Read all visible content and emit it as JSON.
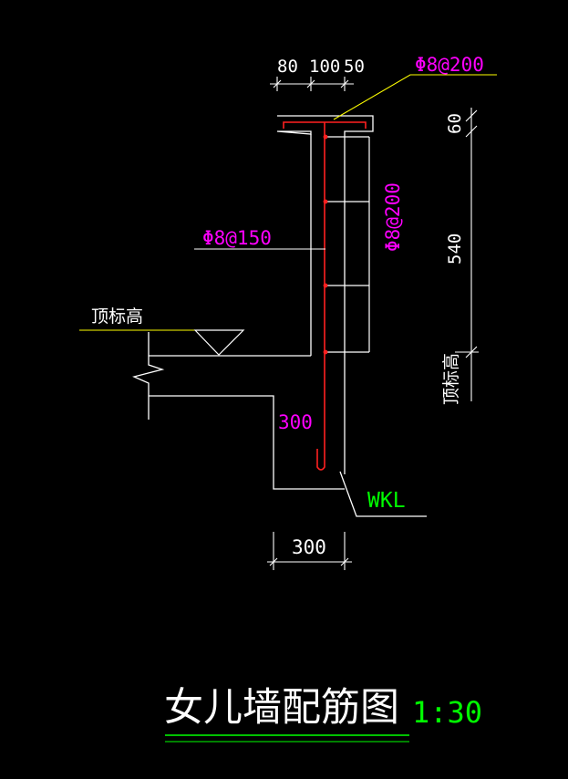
{
  "drawing": {
    "title": "女儿墙配筋图",
    "scale": "1:30",
    "dims_top": [
      "80",
      "100",
      "50"
    ],
    "dim_right_top": "60",
    "dim_right_main": "540",
    "dim_bottom": "300",
    "dim_beam_depth": "300",
    "rebar_top": "Φ8@200",
    "rebar_vertical": "Φ8@200",
    "rebar_horizontal": "Φ8@150",
    "label_roof_elevation_left": "顶标高",
    "label_roof_elevation_right": "顶标高",
    "label_beam": "WKL"
  },
  "colors": {
    "background": "#000000",
    "outline": "#ffffff",
    "rebar": "#ff2020",
    "text_magenta": "#ff00ff",
    "text_green": "#00ff00",
    "leader_yellow": "#ffff00"
  }
}
